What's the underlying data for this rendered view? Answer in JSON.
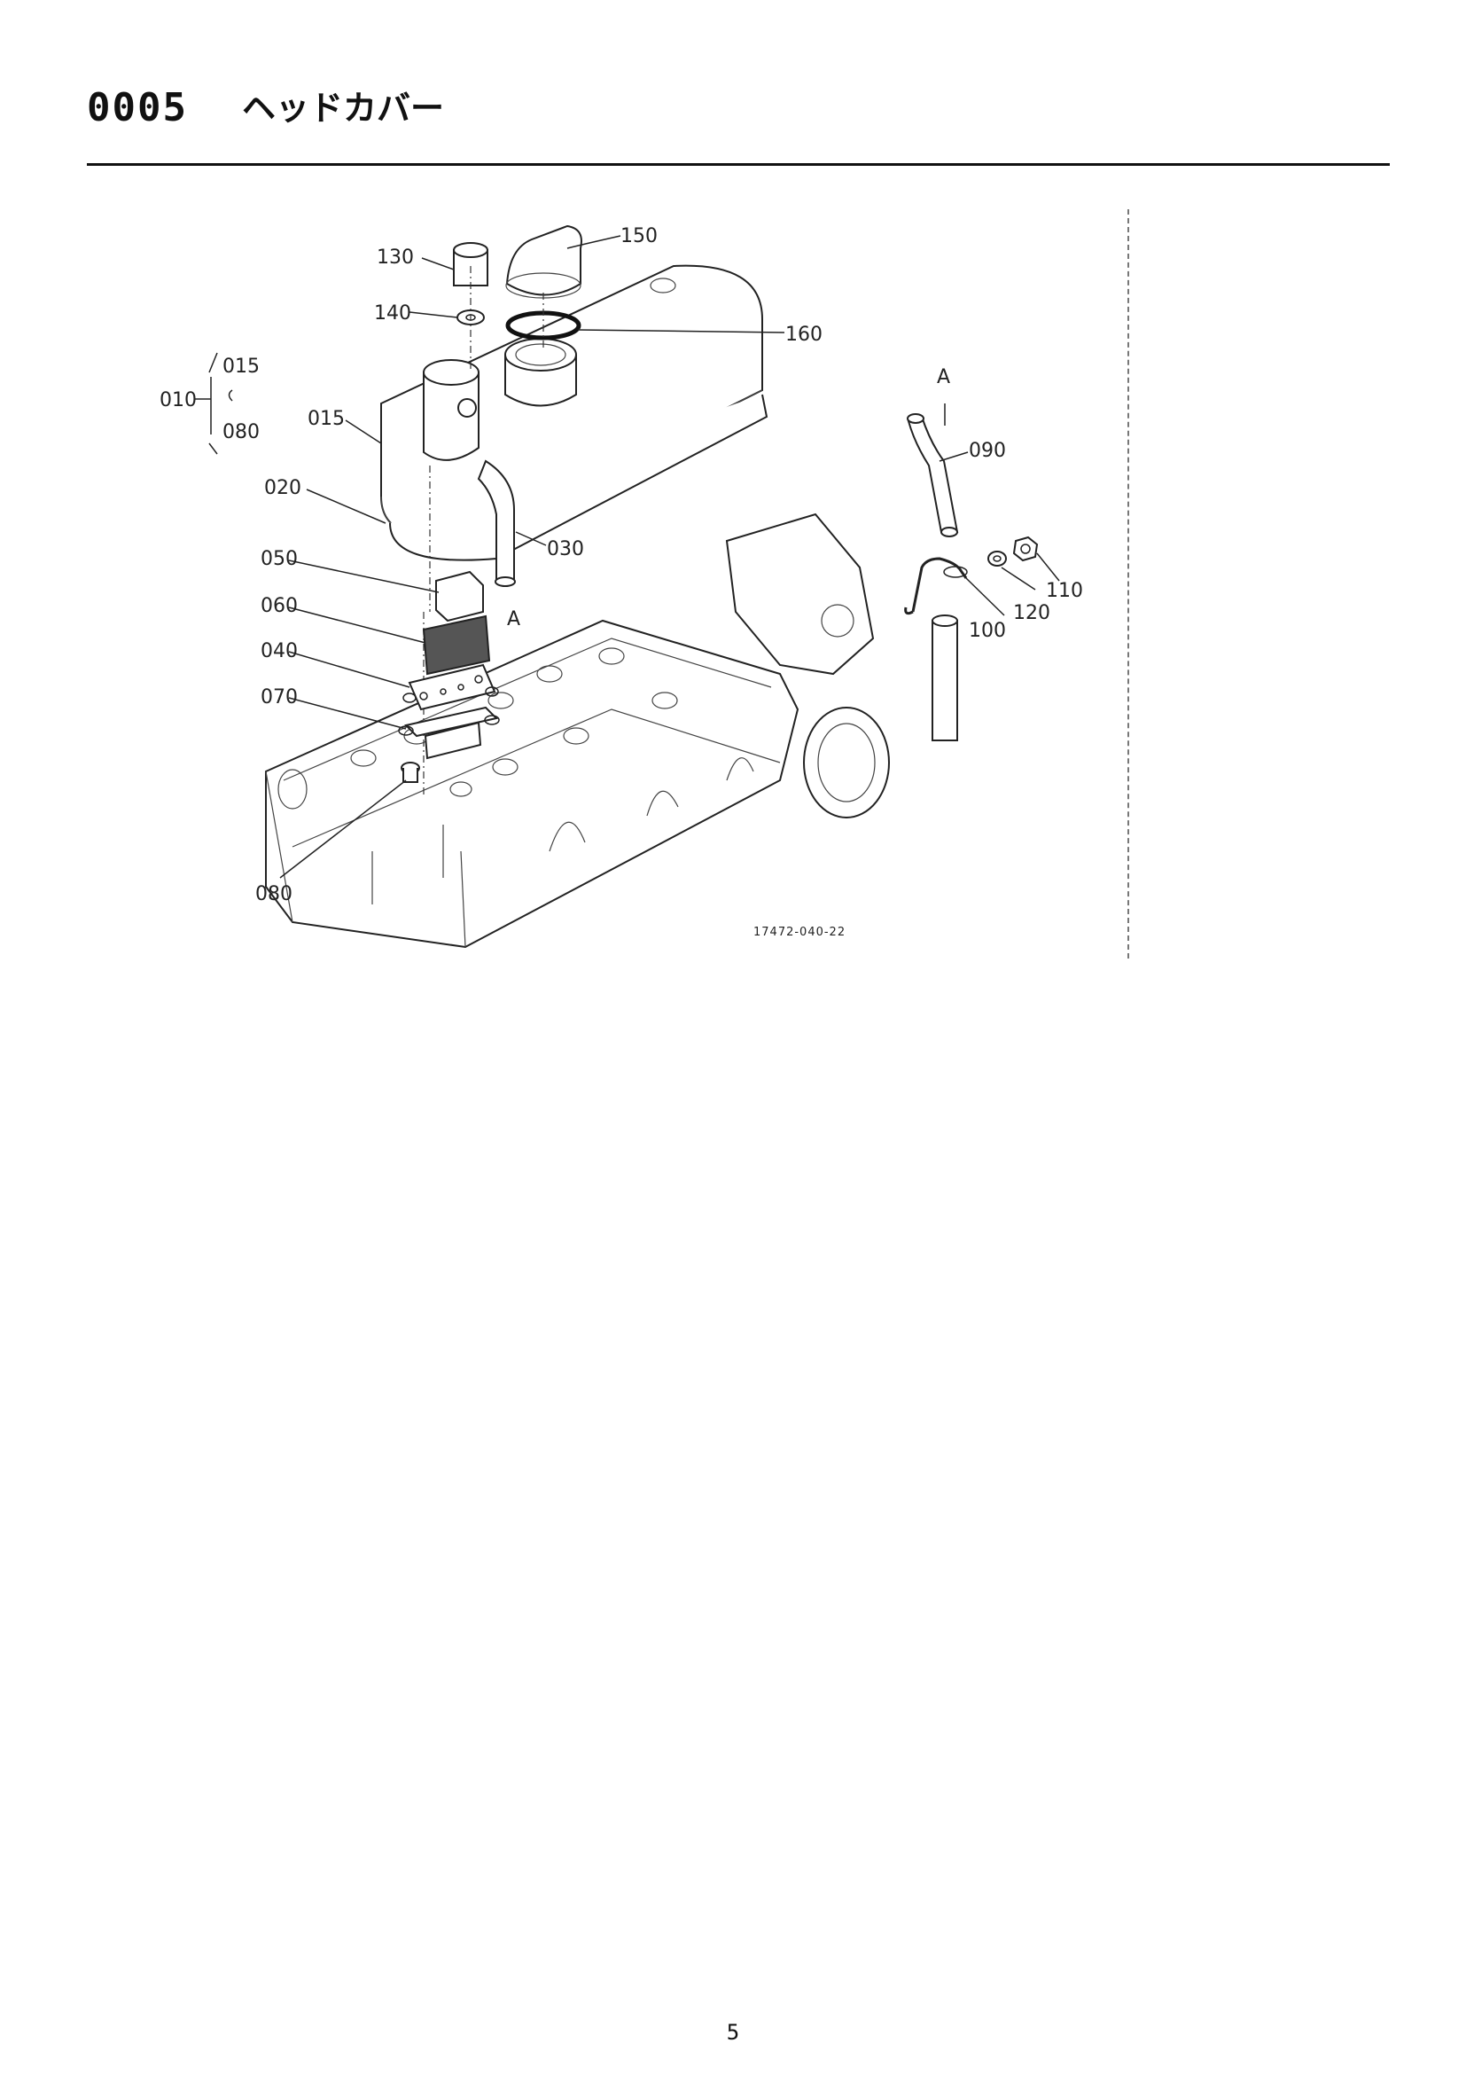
{
  "header": {
    "section_number": "0005",
    "section_title": "ヘッドカバー"
  },
  "diagram": {
    "reference_code": "17472-040-22",
    "callouts": {
      "c010": "010",
      "c015_group": "015",
      "c080_group": "080",
      "c015": "015",
      "c020": "020",
      "c030": "030",
      "c040": "040",
      "c050": "050",
      "c060": "060",
      "c070": "070",
      "c080": "080",
      "c090": "090",
      "c100": "100",
      "c110": "110",
      "c120": "120",
      "c130": "130",
      "c140": "140",
      "c150": "150",
      "c160": "160",
      "connA_top": "A",
      "connA_bottom": "A"
    }
  },
  "footer": {
    "page_number": "5"
  }
}
